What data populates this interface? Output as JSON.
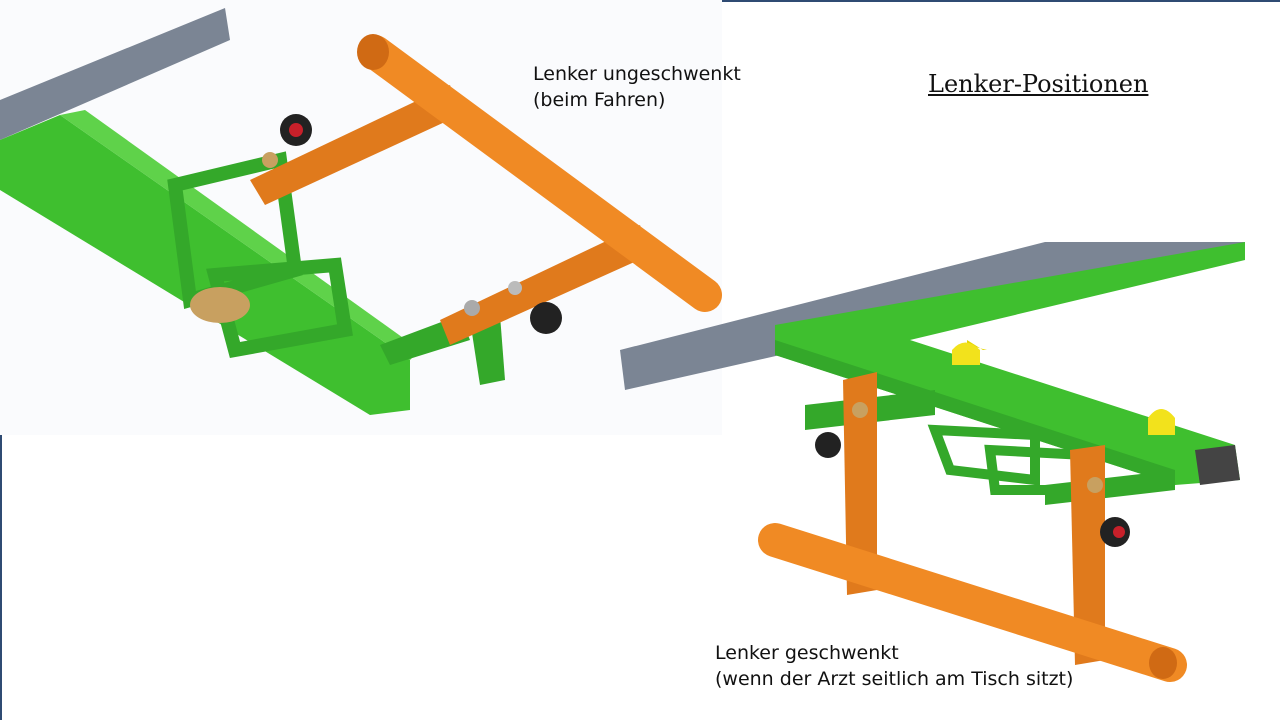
{
  "slide": {
    "title": "Lenker-Positionen",
    "caption_top_line1": "Lenker ungeschwenkt",
    "caption_top_line2": "(beim Fahren)",
    "caption_bottom_line1": "Lenker geschwenkt",
    "caption_bottom_line2": "(wenn der Arzt seitlich am Tisch sitzt)"
  },
  "colors": {
    "frame_green": "#3fbf2f",
    "handle_orange": "#f08a24",
    "rail_gray": "#7b8594",
    "border_blue": "#2f4b73"
  }
}
